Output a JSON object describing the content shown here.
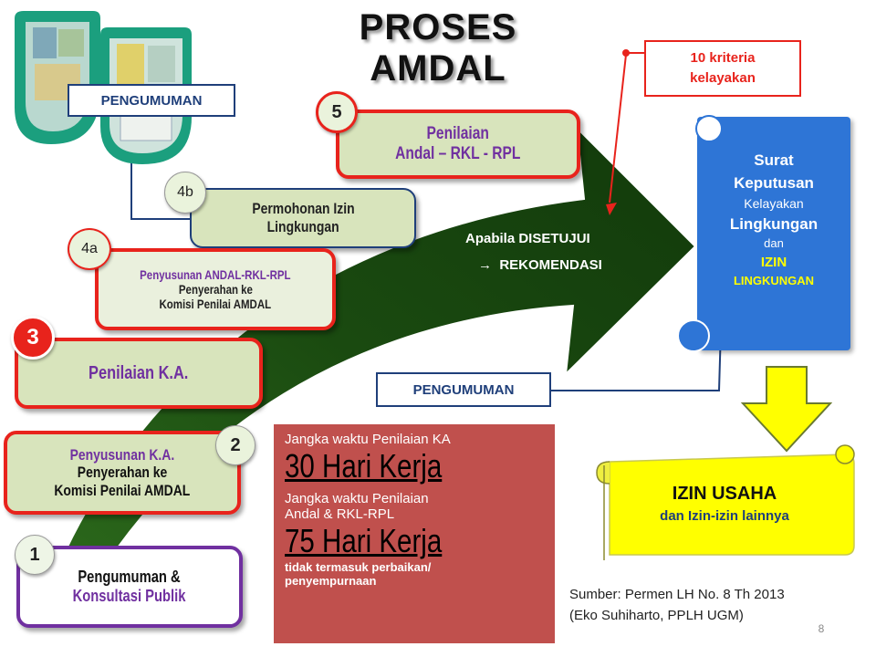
{
  "title": "PROSES  AMDAL",
  "pengumuman_top": "PENGUMUMAN",
  "pengumuman_bottom": "PENGUMUMAN",
  "kriteria": {
    "line1": "10 kriteria",
    "line2": "kelayakan"
  },
  "steps": {
    "s1": {
      "num": "1",
      "line1": "Pengumuman &",
      "line2": "Konsultasi Publik"
    },
    "s2": {
      "num": "2",
      "line1": "Penyusunan K.A.",
      "line2": "Penyerahan ke",
      "line3": "Komisi Penilai AMDAL"
    },
    "s3": {
      "num": "3",
      "line1": "Penilaian K.A."
    },
    "s4a": {
      "num": "4a",
      "line1": "Penyusunan ANDAL-RKL-RPL",
      "line2": "Penyerahan ke",
      "line3": "Komisi Penilai AMDAL"
    },
    "s4b": {
      "num": "4b",
      "line1": "Permohonan  Izin",
      "line2": "Lingkungan"
    },
    "s5": {
      "num": "5",
      "line1": "Penilaian",
      "line2": "Andal – RKL - RPL"
    }
  },
  "arrow_text": {
    "line1": "Apabila DISETUJUI",
    "line2": "REKOMENDASI",
    "arrow_glyph": "→"
  },
  "sk": {
    "line1": "Surat",
    "line2": "Keputusan",
    "line3": "Kelayakan",
    "line4": "Lingkungan",
    "line5": "dan",
    "line6": "IZIN",
    "line7": "LINGKUNGAN"
  },
  "izin_usaha": {
    "line1": "IZIN USAHA",
    "line2": "dan  Izin-izin lainnya"
  },
  "jangka": {
    "l1": "Jangka waktu Penilaian KA",
    "big1": "30 Hari Kerja",
    "l2": "Jangka waktu Penilaian",
    "l3": "Andal & RKL-RPL",
    "big2": "75 Hari Kerja",
    "l4": "tidak termasuk perbaikan/",
    "l5": "penyempurnaan"
  },
  "source": {
    "line1": "Sumber: Permen LH No. 8 Th 2013",
    "line2": "(Eko Suhiharto, PPLH UGM)"
  },
  "page_number": "8",
  "colors": {
    "arrow_green": "#1a4a10",
    "box_fill": "#d8e4bc",
    "red_border": "#e8231c",
    "purple_border": "#7030a0",
    "sk_blue": "#2e75d6",
    "yellow": "#ffff00",
    "panel_red": "#c0504d",
    "navy": "#1f3f7a"
  }
}
